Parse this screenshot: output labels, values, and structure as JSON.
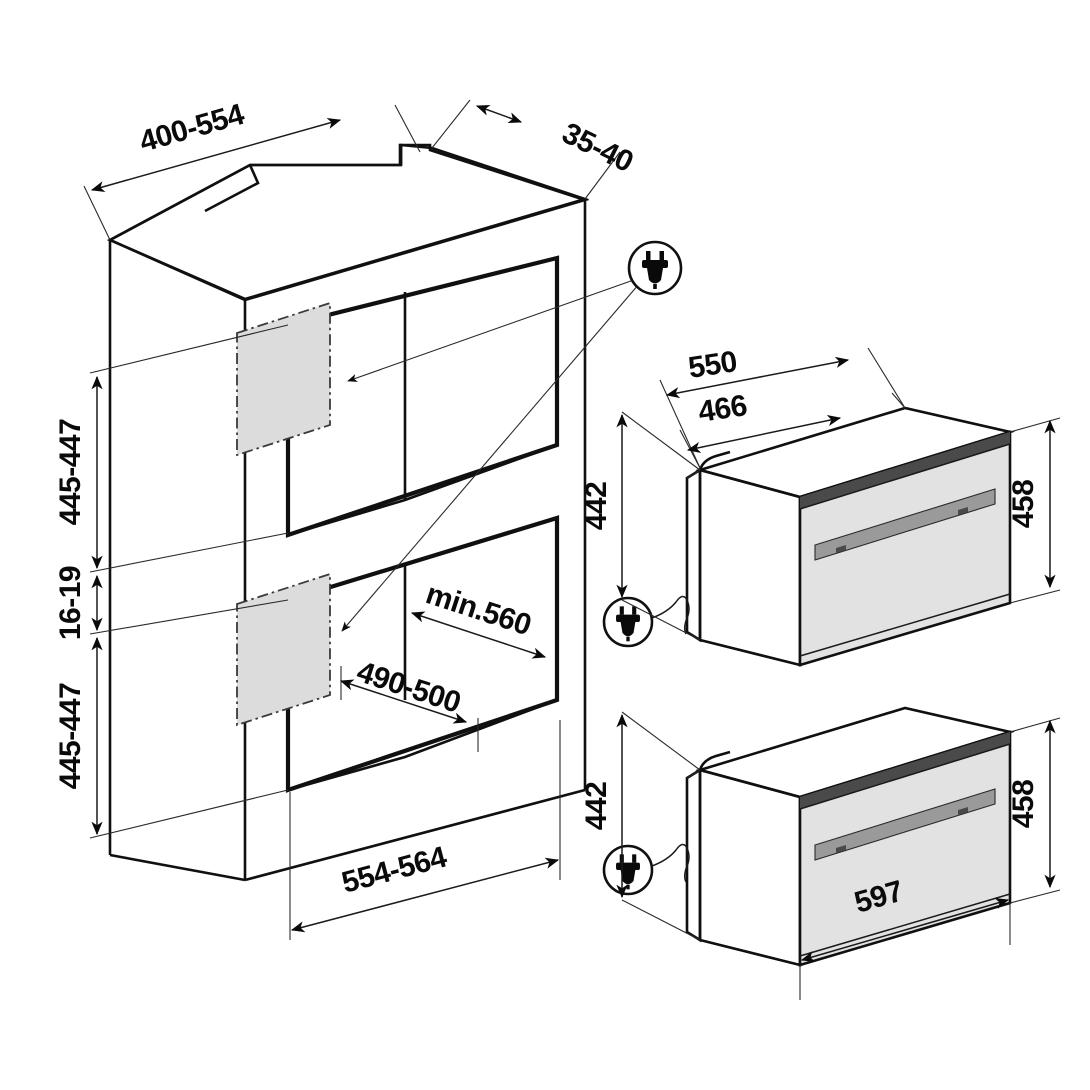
{
  "diagram": {
    "title": "Built-in oven installation dimension drawing",
    "units": "mm",
    "line_color": "#101010",
    "shade_color": "#dcdcdc",
    "door_color": "#e2e2e2",
    "handle_color": "#9a9a9a"
  },
  "cabinet": {
    "name": "tall-cabinet-housing-two-ovens",
    "dimensions": {
      "top_depth": "400-554",
      "top_offset": "35-40",
      "upper_niche_height": "445-447",
      "gap_between_niches": "16-19",
      "lower_niche_height": "445-447",
      "niche_depth_min": "min.560",
      "inner_depth": "490-500",
      "niche_width": "554-564"
    },
    "socket_zones": [
      {
        "label": "upper-socket-area"
      },
      {
        "label": "lower-socket-area"
      }
    ]
  },
  "appliances": [
    {
      "name": "upper-oven",
      "icon": "plug-icon",
      "dimensions": {
        "body_depth": "550",
        "recessed_depth": "466",
        "body_height": "442",
        "front_height": "458"
      }
    },
    {
      "name": "lower-oven",
      "icon": "plug-icon",
      "dimensions": {
        "body_height": "442",
        "front_height": "458",
        "front_width": "597"
      }
    }
  ],
  "labels": {
    "top_depth": "400-554",
    "top_offset": "35-40",
    "upper_niche_height": "445-447",
    "gap": "16-19",
    "lower_niche_height": "445-447",
    "niche_depth": "min.560",
    "inner_depth": "490-500",
    "niche_width": "554-564",
    "oven_depth": "550",
    "oven_recess": "466",
    "oven_height_top": "442",
    "oven_front_height_top": "458",
    "oven_height_bottom": "442",
    "oven_front_height_bottom": "458",
    "oven_width": "597"
  },
  "icons": {
    "plug": "plug-icon"
  }
}
